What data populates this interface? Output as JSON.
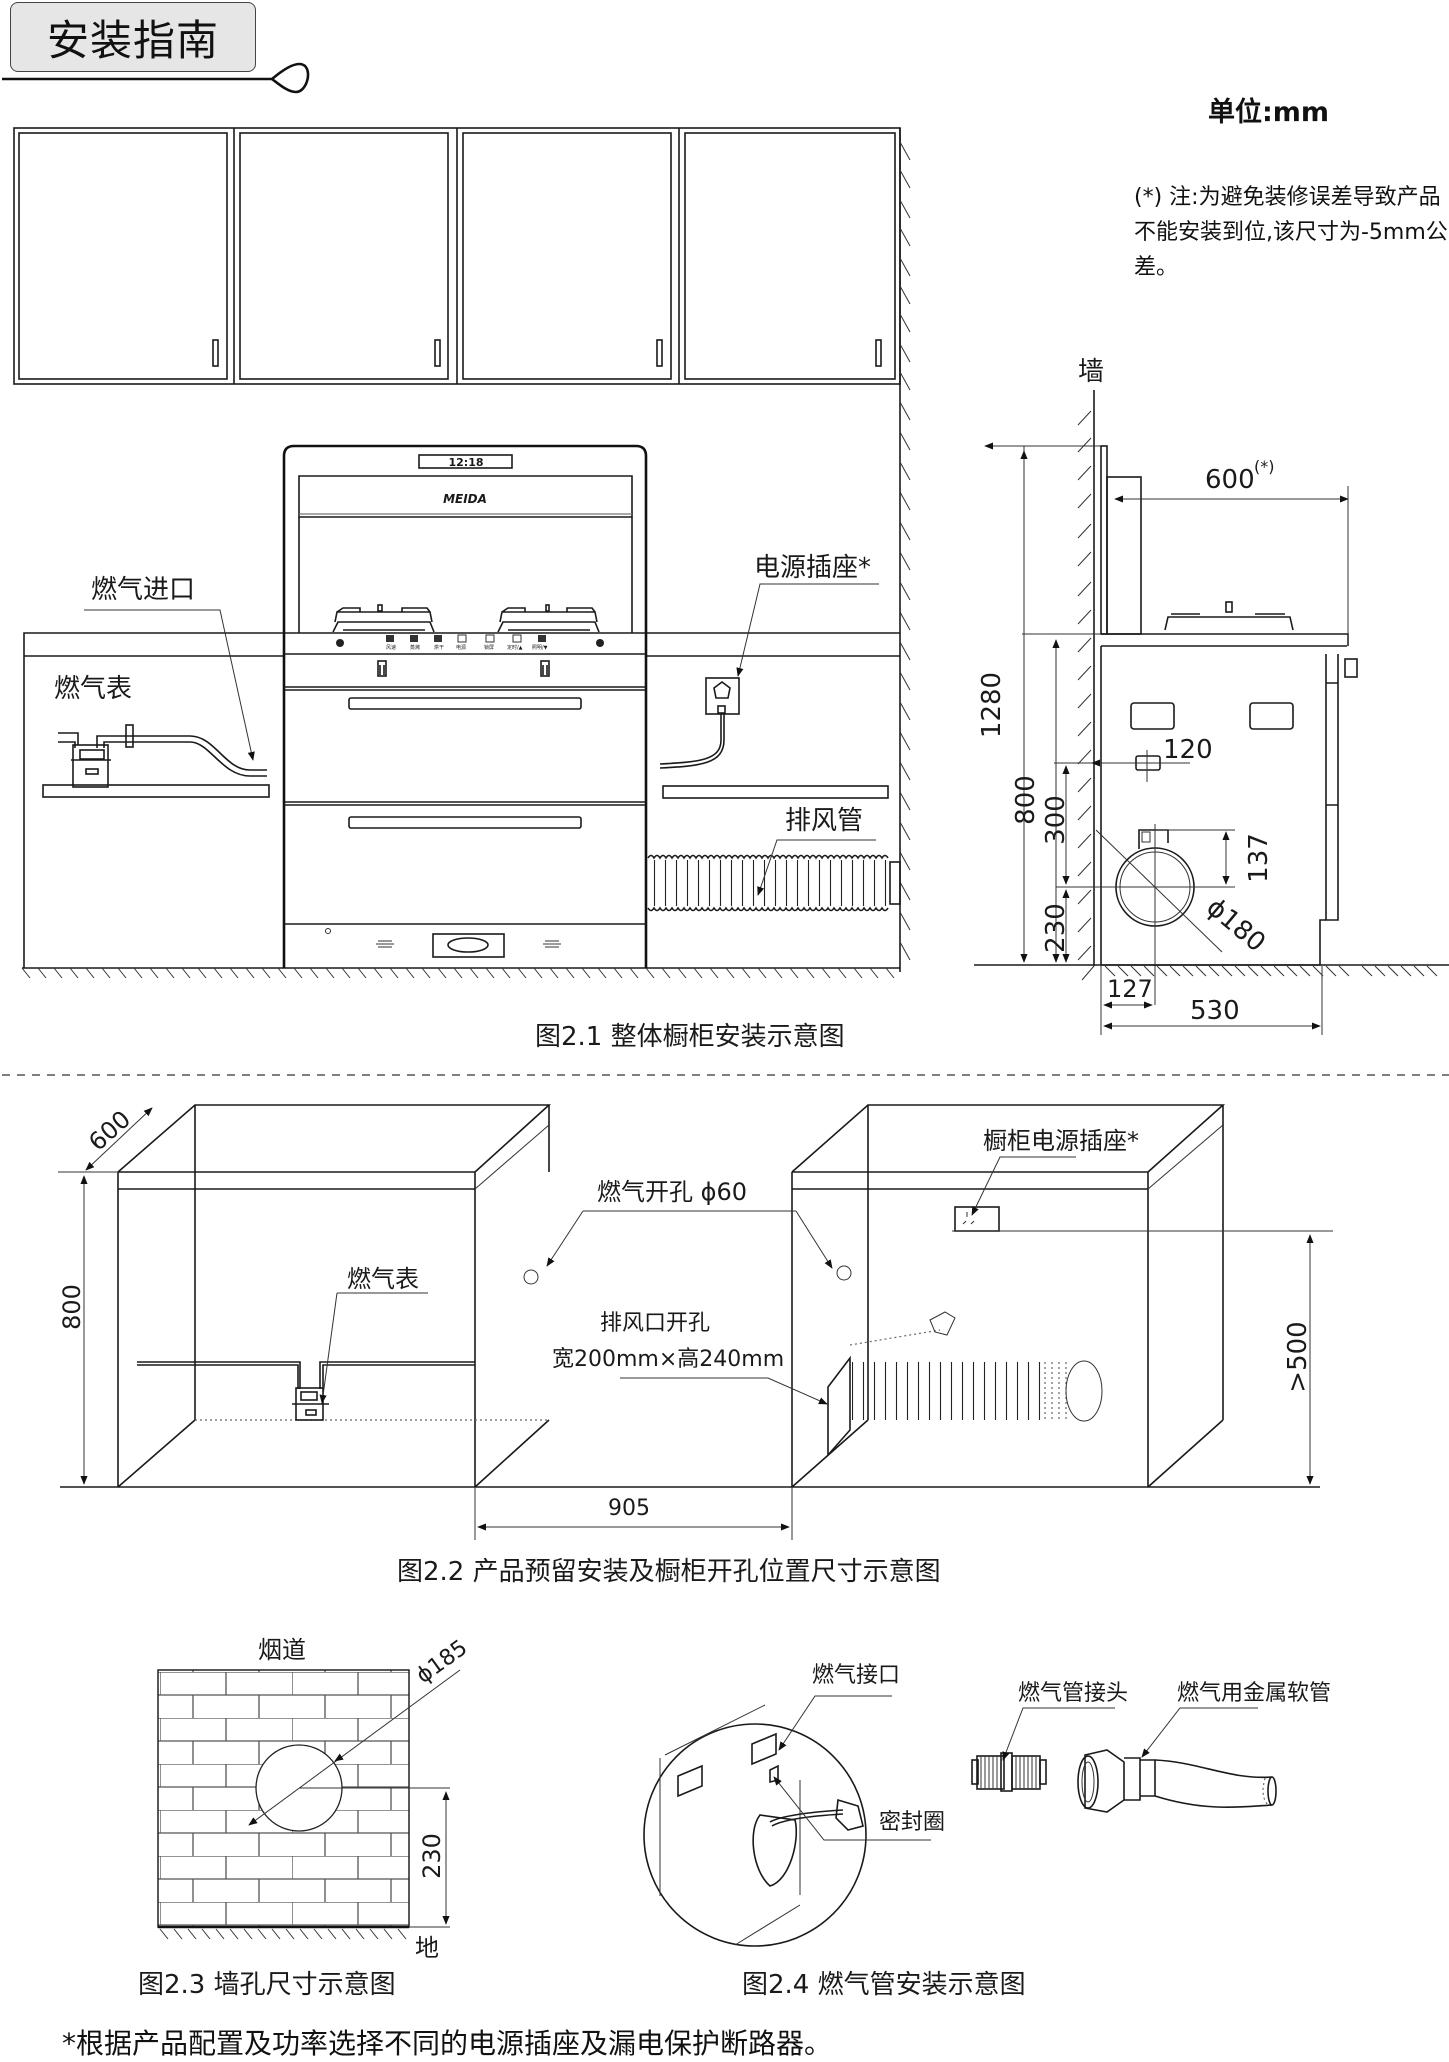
{
  "header": {
    "title": "安装指南",
    "unit": "单位:mm",
    "note": "(*) 注:为避免装修误差导致产品不能安装到位,该尺寸为-5mm公差。"
  },
  "figure_2_1": {
    "caption": "图2.1 整体橱柜安装示意图",
    "product": {
      "brand": "MEIDA",
      "display": "12:18",
      "control_labels": [
        "风速",
        "蒸烤",
        "烘干",
        "电源",
        "锁屏",
        "定时/▲",
        "照明/▼"
      ]
    },
    "labels": {
      "gas_inlet": "燃气进口",
      "gas_meter": "燃气表",
      "power_socket": "电源插座*",
      "exhaust_pipe": "排风管",
      "wall": "墙"
    },
    "dimensions": {
      "depth": "600",
      "depth_tolerance_mark": "(*)",
      "total_height": "1280",
      "cabinet_height": "800",
      "socket_height": "300",
      "socket_offset": "120",
      "outlet_height": "230",
      "outlet_offset": "137",
      "outlet_diameter": "180",
      "outlet_diameter_symbol": "ϕ",
      "outlet_from_back": "127",
      "product_depth": "530"
    }
  },
  "figure_2_2": {
    "caption": "图2.2 产品预留安装及橱柜开孔位置尺寸示意图",
    "labels": {
      "gas_meter": "燃气表",
      "gas_hole": "燃气开孔 ϕ60",
      "exhaust_hole_title": "排风口开孔",
      "exhaust_hole_size": "宽200mm×高240mm",
      "cabinet_socket": "橱柜电源插座*"
    },
    "dimensions": {
      "depth": "600",
      "height": "800",
      "width": "905",
      "socket_height": ">500"
    }
  },
  "figure_2_3": {
    "caption": "图2.3 墙孔尺寸示意图",
    "labels": {
      "flue": "烟道",
      "ground": "地"
    },
    "dimensions": {
      "hole_diameter": "ϕ185",
      "hole_height": "230"
    }
  },
  "figure_2_4": {
    "caption": "图2.4 燃气管安装示意图",
    "labels": {
      "gas_port": "燃气接口",
      "seal_ring": "密封圈",
      "pipe_connector": "燃气管接头",
      "metal_hose": "燃气用金属软管"
    }
  },
  "footnote": "*根据产品配置及功率选择不同的电源插座及漏电保护断路器。"
}
